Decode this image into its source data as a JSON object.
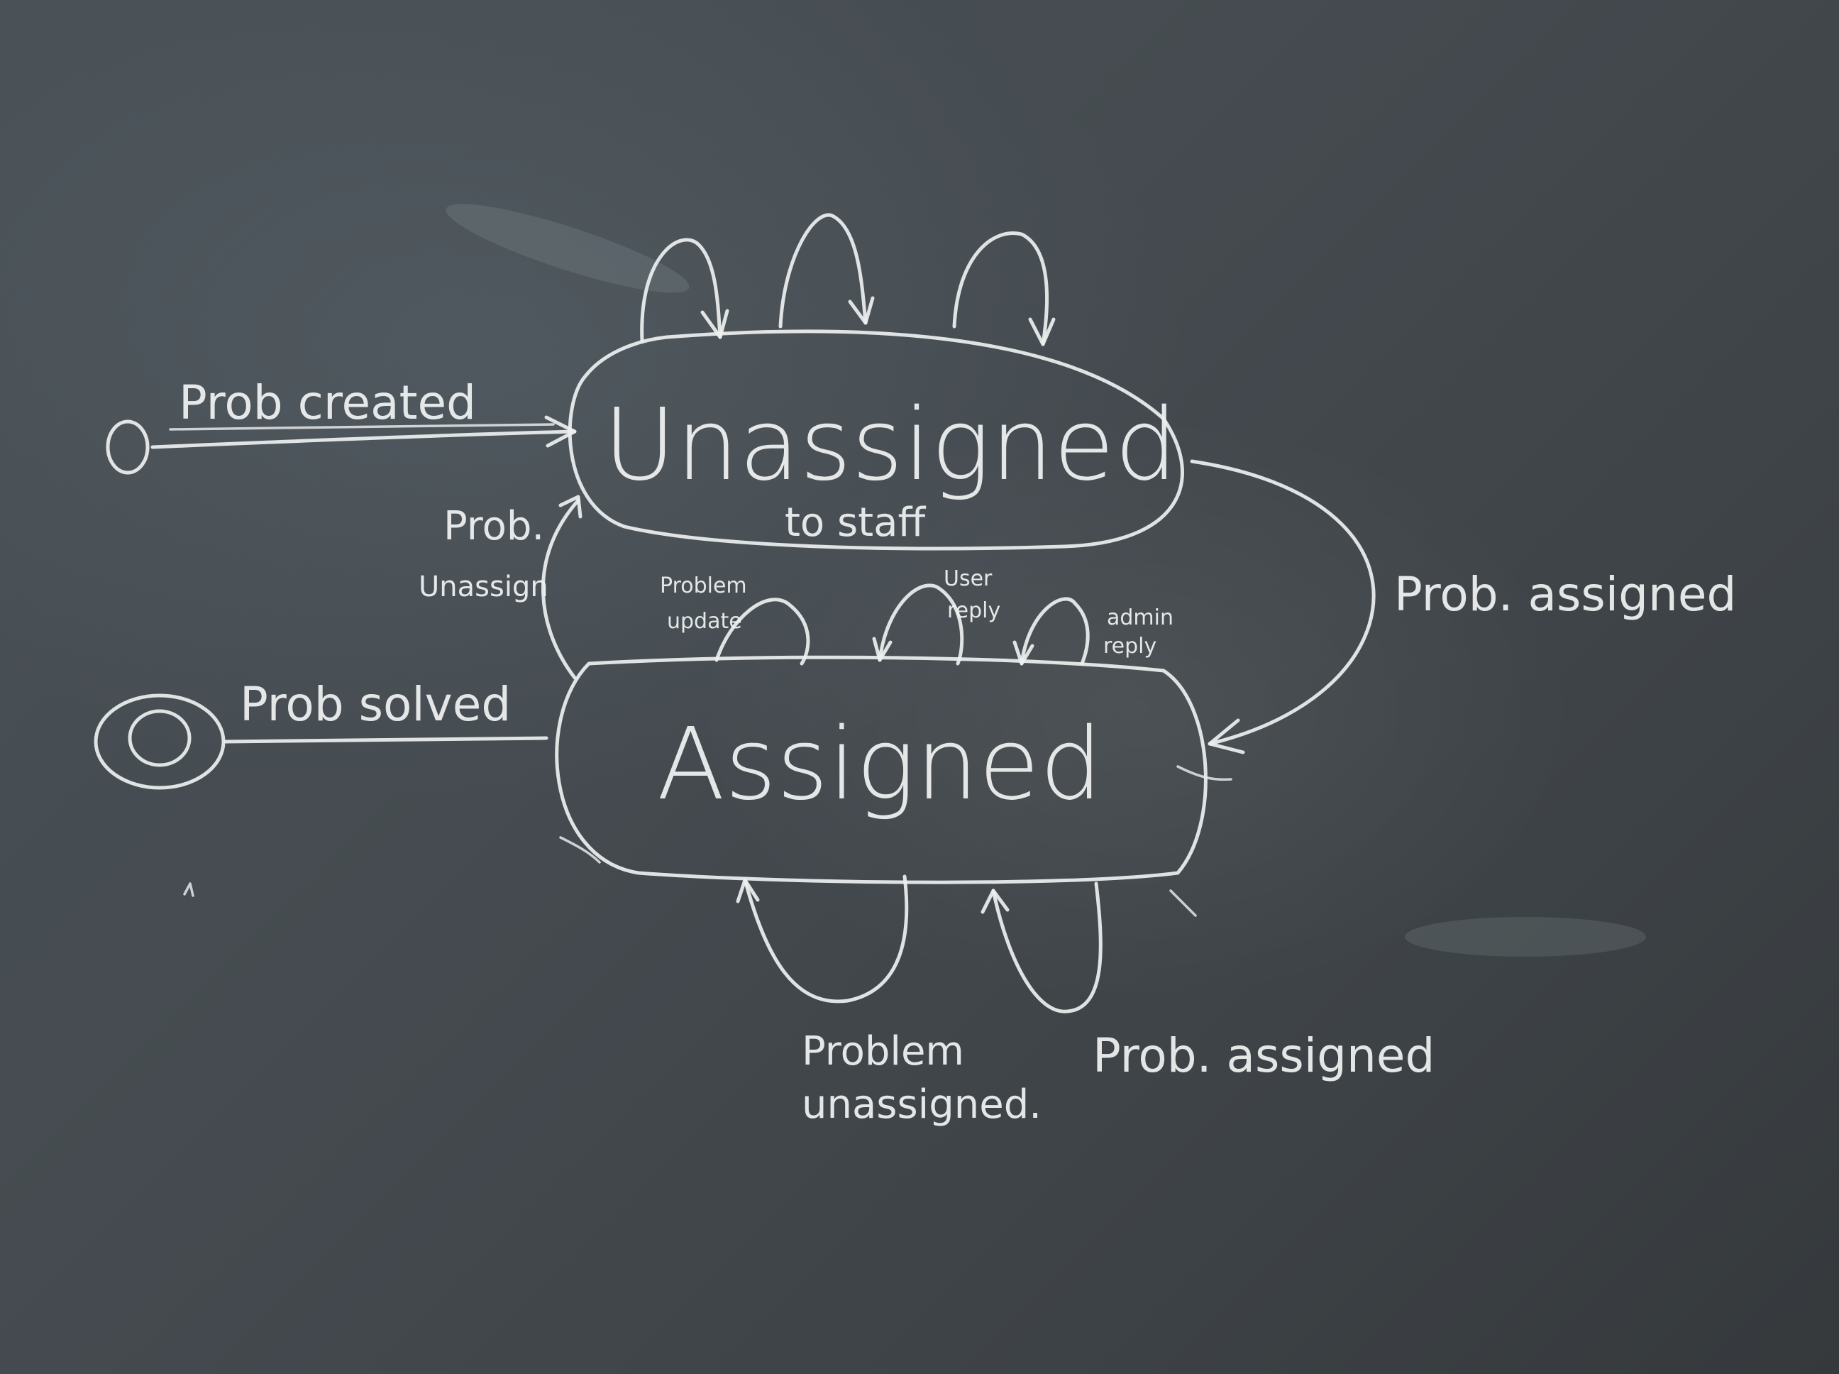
{
  "states": {
    "unassigned": {
      "name": "Unassigned",
      "sub": "to staff"
    },
    "assigned": {
      "name": "Assigned"
    }
  },
  "transitions": {
    "initial": "Prob created",
    "final": "Prob solved",
    "assign": "Prob. assigned",
    "unassign_up_line1": "Prob.",
    "unassign_up_line2": "Unassign",
    "self_update_line1": "Problem",
    "self_update_line2": "update",
    "user_reply_line1": "User",
    "user_reply_line2": "reply",
    "admin_reply_line1": "admin",
    "admin_reply_line2": "reply",
    "self_unassigned_line1": "Problem",
    "self_unassigned_line2": "unassigned.",
    "self_assigned": "Prob. assigned"
  }
}
